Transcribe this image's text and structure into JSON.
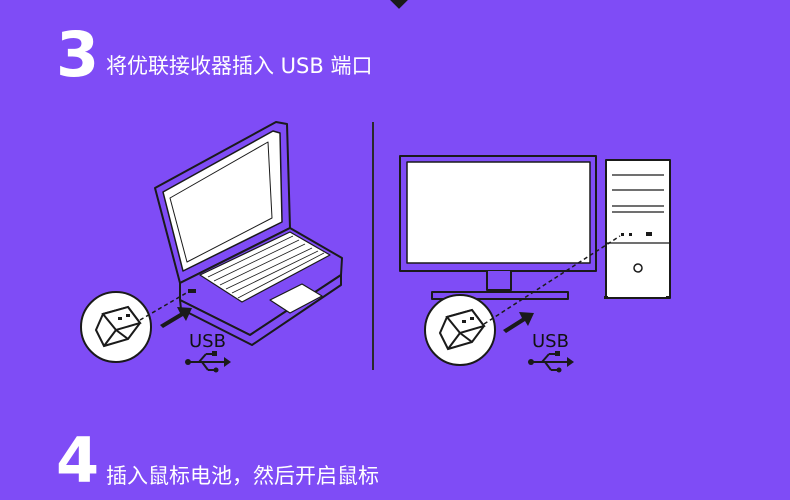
{
  "steps": [
    {
      "number": "3",
      "text": "将优联接收器插入 USB 端口"
    },
    {
      "number": "4",
      "text": "插入鼠标电池，然后开启鼠标"
    }
  ],
  "labels": {
    "usb_left": "USB",
    "usb_right": "USB"
  },
  "colors": {
    "background": "#7f4cf6",
    "line": "#1a1a1a",
    "screen": "#ffffff"
  },
  "icons": [
    "laptop-icon",
    "desktop-monitor-icon",
    "pc-tower-icon",
    "usb-receiver-icon",
    "usb-symbol-icon",
    "arrow-icon"
  ]
}
